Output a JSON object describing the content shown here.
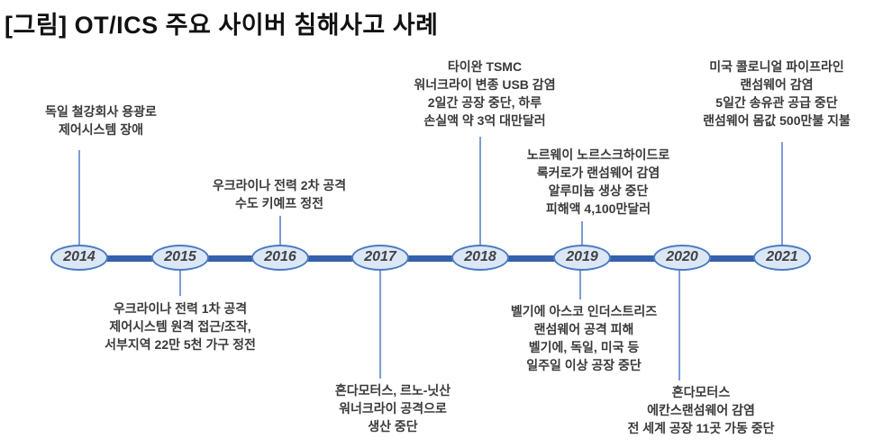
{
  "title": "[그림] OT/ICS 주요 사이버 침해사고 사례",
  "colors": {
    "timeline_bar": "#3560AB",
    "node_fill": "#DCE7F5",
    "node_border": "#4B7AC2",
    "connector": "#7C9CD6",
    "year_text": "#404245",
    "annotation_text": "#3A3A3A",
    "title_text": "#111111"
  },
  "timeline": {
    "years": [
      "2014",
      "2015",
      "2016",
      "2017",
      "2018",
      "2019",
      "2020",
      "2021"
    ],
    "events": [
      {
        "year": "2014",
        "side": "above",
        "lines": [
          "독일 철강회사 용광로",
          "제어시스템 장애"
        ]
      },
      {
        "year": "2015",
        "side": "below",
        "lines": [
          "우크라이나 전력 1차 공격",
          "제어시스템 원격 접근/조작,",
          "서부지역 22만 5천 가구 정전"
        ]
      },
      {
        "year": "2016",
        "side": "above",
        "lines": [
          "우크라이나 전력 2차 공격",
          "수도 키예프 정전"
        ]
      },
      {
        "year": "2017",
        "side": "below",
        "lines": [
          "혼다모터스, 르노-닛산",
          "워너크라이 공격으로",
          "생산 중단"
        ]
      },
      {
        "year": "2018",
        "side": "above",
        "lines": [
          "타이완 TSMC",
          "워너크라이 변종 USB 감염",
          "2일간 공장 중단, 하루",
          "손실액 약 3억 대만달러"
        ]
      },
      {
        "year": "2019",
        "side": "above",
        "lines": [
          "노르웨이 노르스크하이드로",
          "록커로가 랜섬웨어 감염",
          "알루미늄 생상 중단",
          "피해액 4,100만달러"
        ]
      },
      {
        "year": "2019",
        "side": "below",
        "lines": [
          "벨기에 아스코 인더스트리즈",
          "랜섬웨어 공격 피해",
          "벨기에, 독일, 미국 등",
          "일주일 이상 공장 중단"
        ]
      },
      {
        "year": "2020",
        "side": "below",
        "lines": [
          "혼다모터스",
          "에칸스랜섬웨어 감염",
          "전 세계 공장 11곳 가동 중단"
        ]
      },
      {
        "year": "2021",
        "side": "above",
        "lines": [
          "미국 콜로니얼 파이프라인",
          "랜섬웨어 감염",
          "5일간 송유관 공급 중단",
          "랜섬웨어 몸값 500만불 지불"
        ]
      }
    ]
  }
}
